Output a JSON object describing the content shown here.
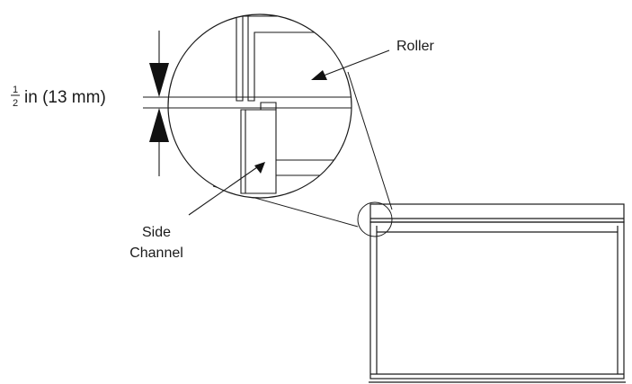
{
  "labels": {
    "roller": "Roller",
    "side_channel_line1": "Side",
    "side_channel_line2": "Channel",
    "frac_num": "1",
    "frac_den": "2",
    "dimension_text": "in (13 mm)"
  },
  "colors": {
    "line": "#1a1a1a",
    "background": "#ffffff"
  }
}
